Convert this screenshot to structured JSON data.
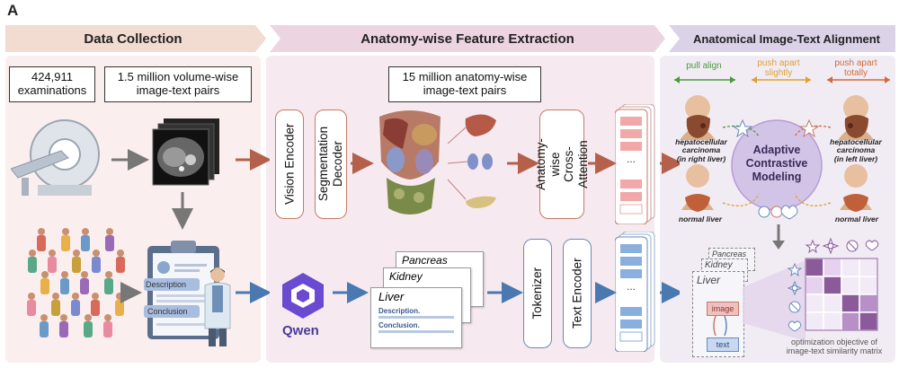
{
  "panel_label": "A",
  "sections": {
    "data_collection": "Data Collection",
    "feature_extraction": "Anatomy-wise Feature Extraction",
    "alignment": "Anatomical Image-Text Alignment"
  },
  "data_collection": {
    "examinations": "424,911\nexaminations",
    "pairs": "1.5 million volume-wise\nimage-text pairs",
    "description": "Description",
    "conclusion": "Conclusion"
  },
  "feature_extraction": {
    "anatomy_pairs": "15 million anatomy-wise\nimage-text pairs",
    "vision_encoder": "Vision Encoder",
    "segmentation_decoder": "Segmentation\nDecoder",
    "cross_attention": "Anatomy-wise\nCross-Attention",
    "qwen": "Qwen",
    "doc_pancreas": "Pancreas",
    "doc_kidney": "Kidney",
    "doc_liver": "Liver",
    "doc_description": "Description.",
    "doc_conclusion": "Conclusion.",
    "tokenizer": "Tokenizer",
    "text_encoder": "Text Encoder",
    "ellipsis": "..."
  },
  "alignment": {
    "pull_align": "pull align",
    "push_apart_slightly": "push apart\nslightly",
    "push_apart_totally": "push apart\ntotally",
    "hcc_right": "hepatocellular\ncarcinoma\n(in right liver)",
    "hcc_left": "hepatocellular\ncarcinoma\n(in left liver)",
    "normal_liver_left": "normal liver",
    "normal_liver_right": "normal liver",
    "adaptive": "Adaptive\nContrastive\nModeling",
    "stack_pancreas": "Pancreas",
    "stack_kidney": "Kidney",
    "stack_liver": "Liver",
    "stack_image": "image",
    "stack_text": "text",
    "caption": "optimization objective of\nimage-text similarity matrix"
  },
  "colors": {
    "pull_green": "#4a9a3a",
    "push_orange": "#e0a030",
    "push_red": "#d06a3a",
    "brown_arrow": "#b5604a",
    "blue_arrow": "#4a78b0",
    "matrix_purple": "#8a5a9a"
  }
}
